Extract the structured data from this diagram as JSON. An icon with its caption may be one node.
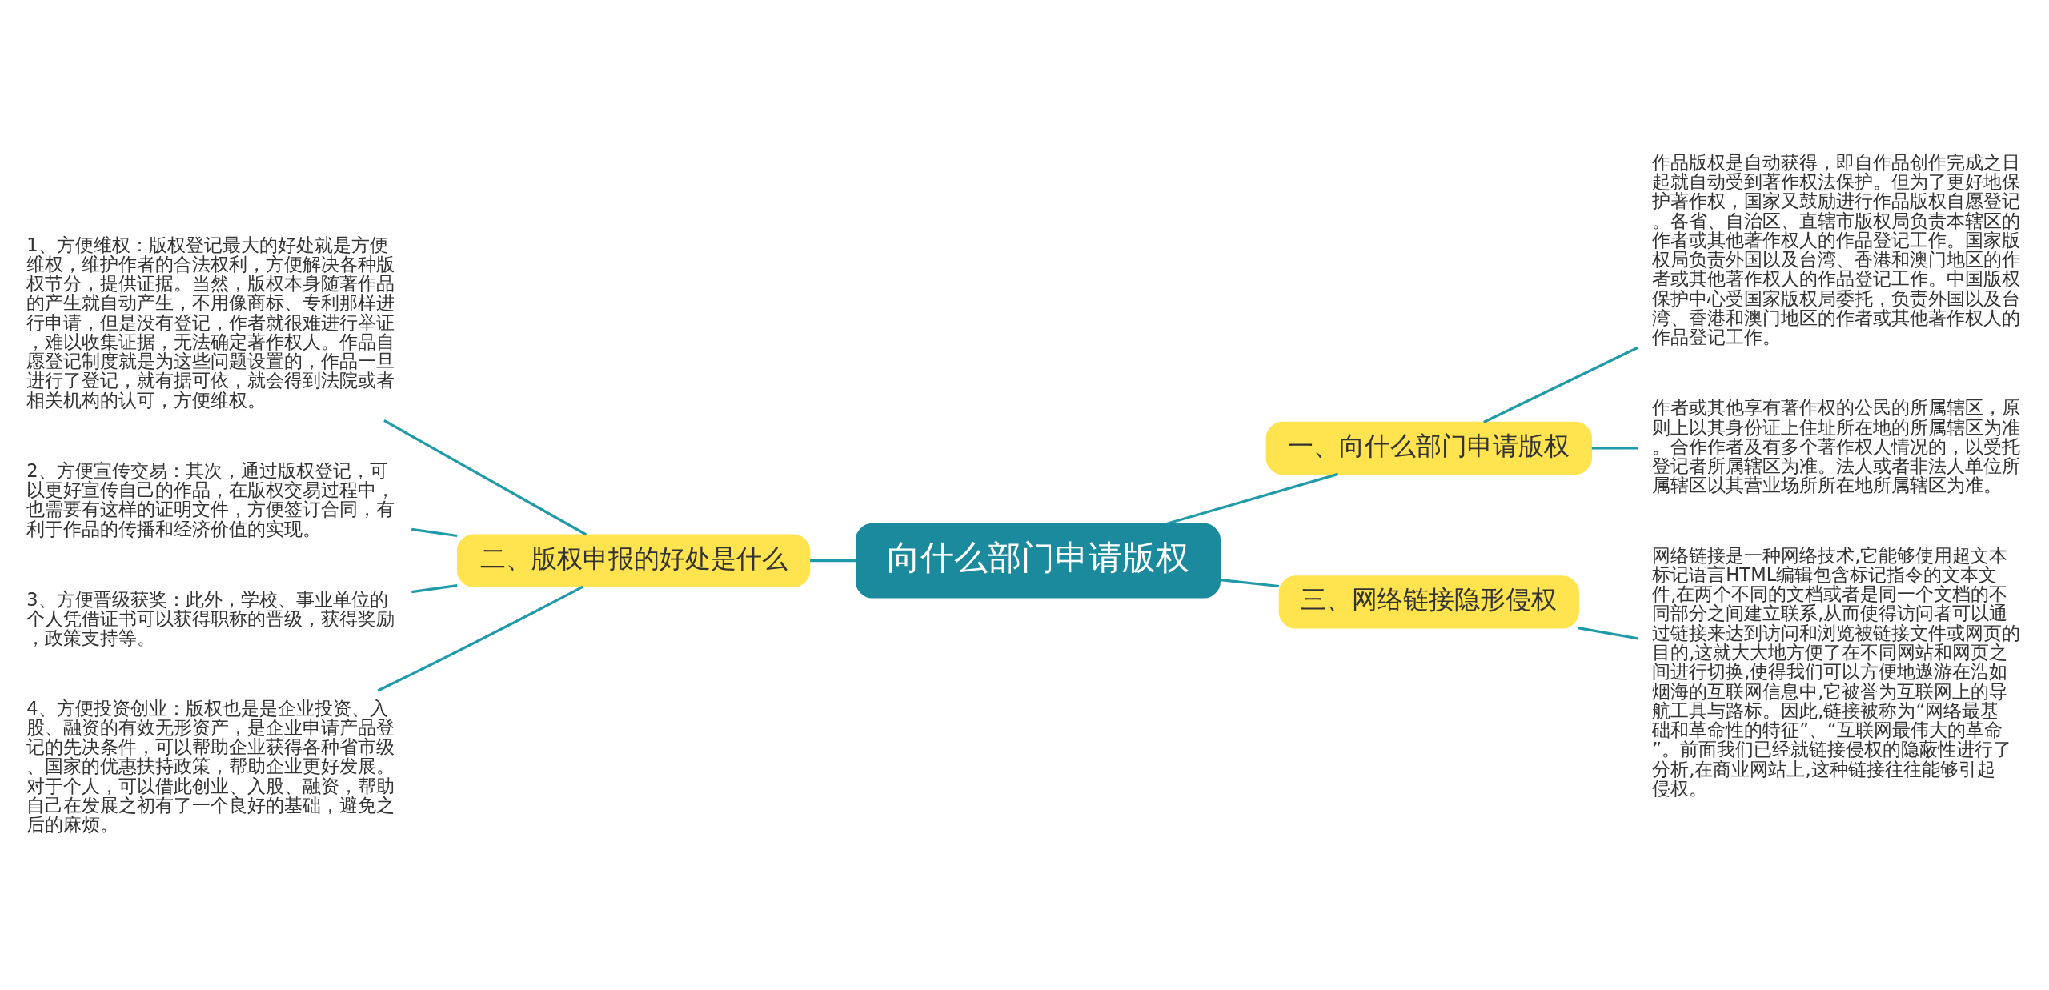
{
  "diagram": {
    "nodes": [
      {
        "text": [
          "向什么部门申请版权"
        ]
      },
      {
        "text": [
          "一、向什么部门申请版权"
        ]
      },
      {
        "text": [
          "作品版权是自动获得，即自作品创作完成之日起就自动受到著作权法保护。但为了更好地保护著作权，国家又鼓励进行作品版权自愿登记。各省、自治区、直辖市版权局负责本辖区的作者或其他著作权人的作品登记工作。国家版权局负责外国以及台湾、香港和澳门地区的作者或其他著作权人的作品登记工作。中国版权保护中心受国家版权局委托，负责外国以及台湾、香港和澳门地区的作者或其他著作权人的作品登记工作。"
        ]
      },
      {
        "text": [
          "作者或其他享有著作权的公民的所属辖区，原则上以其身份证上住址所在地的所属辖区为准。合作作者及有多个著作权人情况的，以受托登记者所属辖区为准。法人或者非法人单位所属辖区以其营业场所所在地所属辖区为准。"
        ]
      },
      {
        "text": [
          "三、网络链接隐形侵权"
        ]
      },
      {
        "text": [
          "网络链接是一种网络技术,它能够使用超文本标记语言HTML编辑包含标记指令的文本文件,在两个不同的文档或者是同一个文档的不同部分之间建立联系,从而使得访问者可以通过链接来达到访问和浏览被链接文件或网页的目的,这就大大地方便了在不同网站和网页之间进行切换,使得我们可以方便地遨游在浩如烟海的互联网信息中,它被誉为互联网上的导航工具与路标。因此,链接被称为“网络最基础和革命性的特征”、“互联网最伟大的革命”。前面我们已经就链接侵权的隐蔽性进行了分析,在商业网站上,这种链接往往能够引起侵权。"
        ]
      },
      {
        "text": [
          "二、版权申报的好处是什么"
        ]
      },
      {
        "text": [
          "1、方便维权：版权登记最大的好处就是方便维权，维护作者的合法权利，方便解决各种版权节分，提供证据。当然，版权本身随著作品的产生就自动产生，不用像商标、专利那样进行申请，但是没有登记，作者就很难进行举证，难以收集证据，无法确定著作权人。作品自愿登记制度就是为这些问题设置的，作品一旦进行了登记，就有据可依，就会得到法院或者相关机构的认可，方便维权。"
        ]
      },
      {
        "text": [
          "2、方便宣传交易：其次，通过版权登记，可以更好宣传自己的作品，在版权交易过程中，也需要有这样的证明文件，方便签订合同，有利于作品的传播和经济价值的实现。"
        ]
      },
      {
        "text": [
          "3、方便晋级获奖：此外，学校、事业单位的个人凭借证书可以获得职称的晋级，获得奖励，政策支持等。"
        ]
      },
      {
        "text": [
          "4、方便投资创业：版权也是是企业投资、入股、融资的有效无形资产，是企业申请产品登记的先决条件，可以帮助企业获得各种省市级、国家的优惠扶持政策，帮助企业更好发展。对于个人，可以借此创业、入股、融资，帮助自己在发展之初有了一个良好的基础，避免之后的麻烦。"
        ]
      }
    ],
    "edges": [
      {
        "from": 0,
        "to": 1,
        "arrow": "none"
      },
      {
        "from": 1,
        "to": 2,
        "arrow": "none"
      },
      {
        "from": 1,
        "to": 3,
        "arrow": "none"
      },
      {
        "from": 0,
        "to": 4,
        "arrow": "none"
      },
      {
        "from": 4,
        "to": 5,
        "arrow": "none"
      },
      {
        "from": 0,
        "to": 6,
        "arrow": "none"
      },
      {
        "from": 6,
        "to": 7,
        "arrow": "none"
      },
      {
        "from": 6,
        "to": 8,
        "arrow": "none"
      },
      {
        "from": 6,
        "to": 9,
        "arrow": "none"
      },
      {
        "from": 6,
        "to": 10,
        "arrow": "none"
      }
    ]
  }
}
